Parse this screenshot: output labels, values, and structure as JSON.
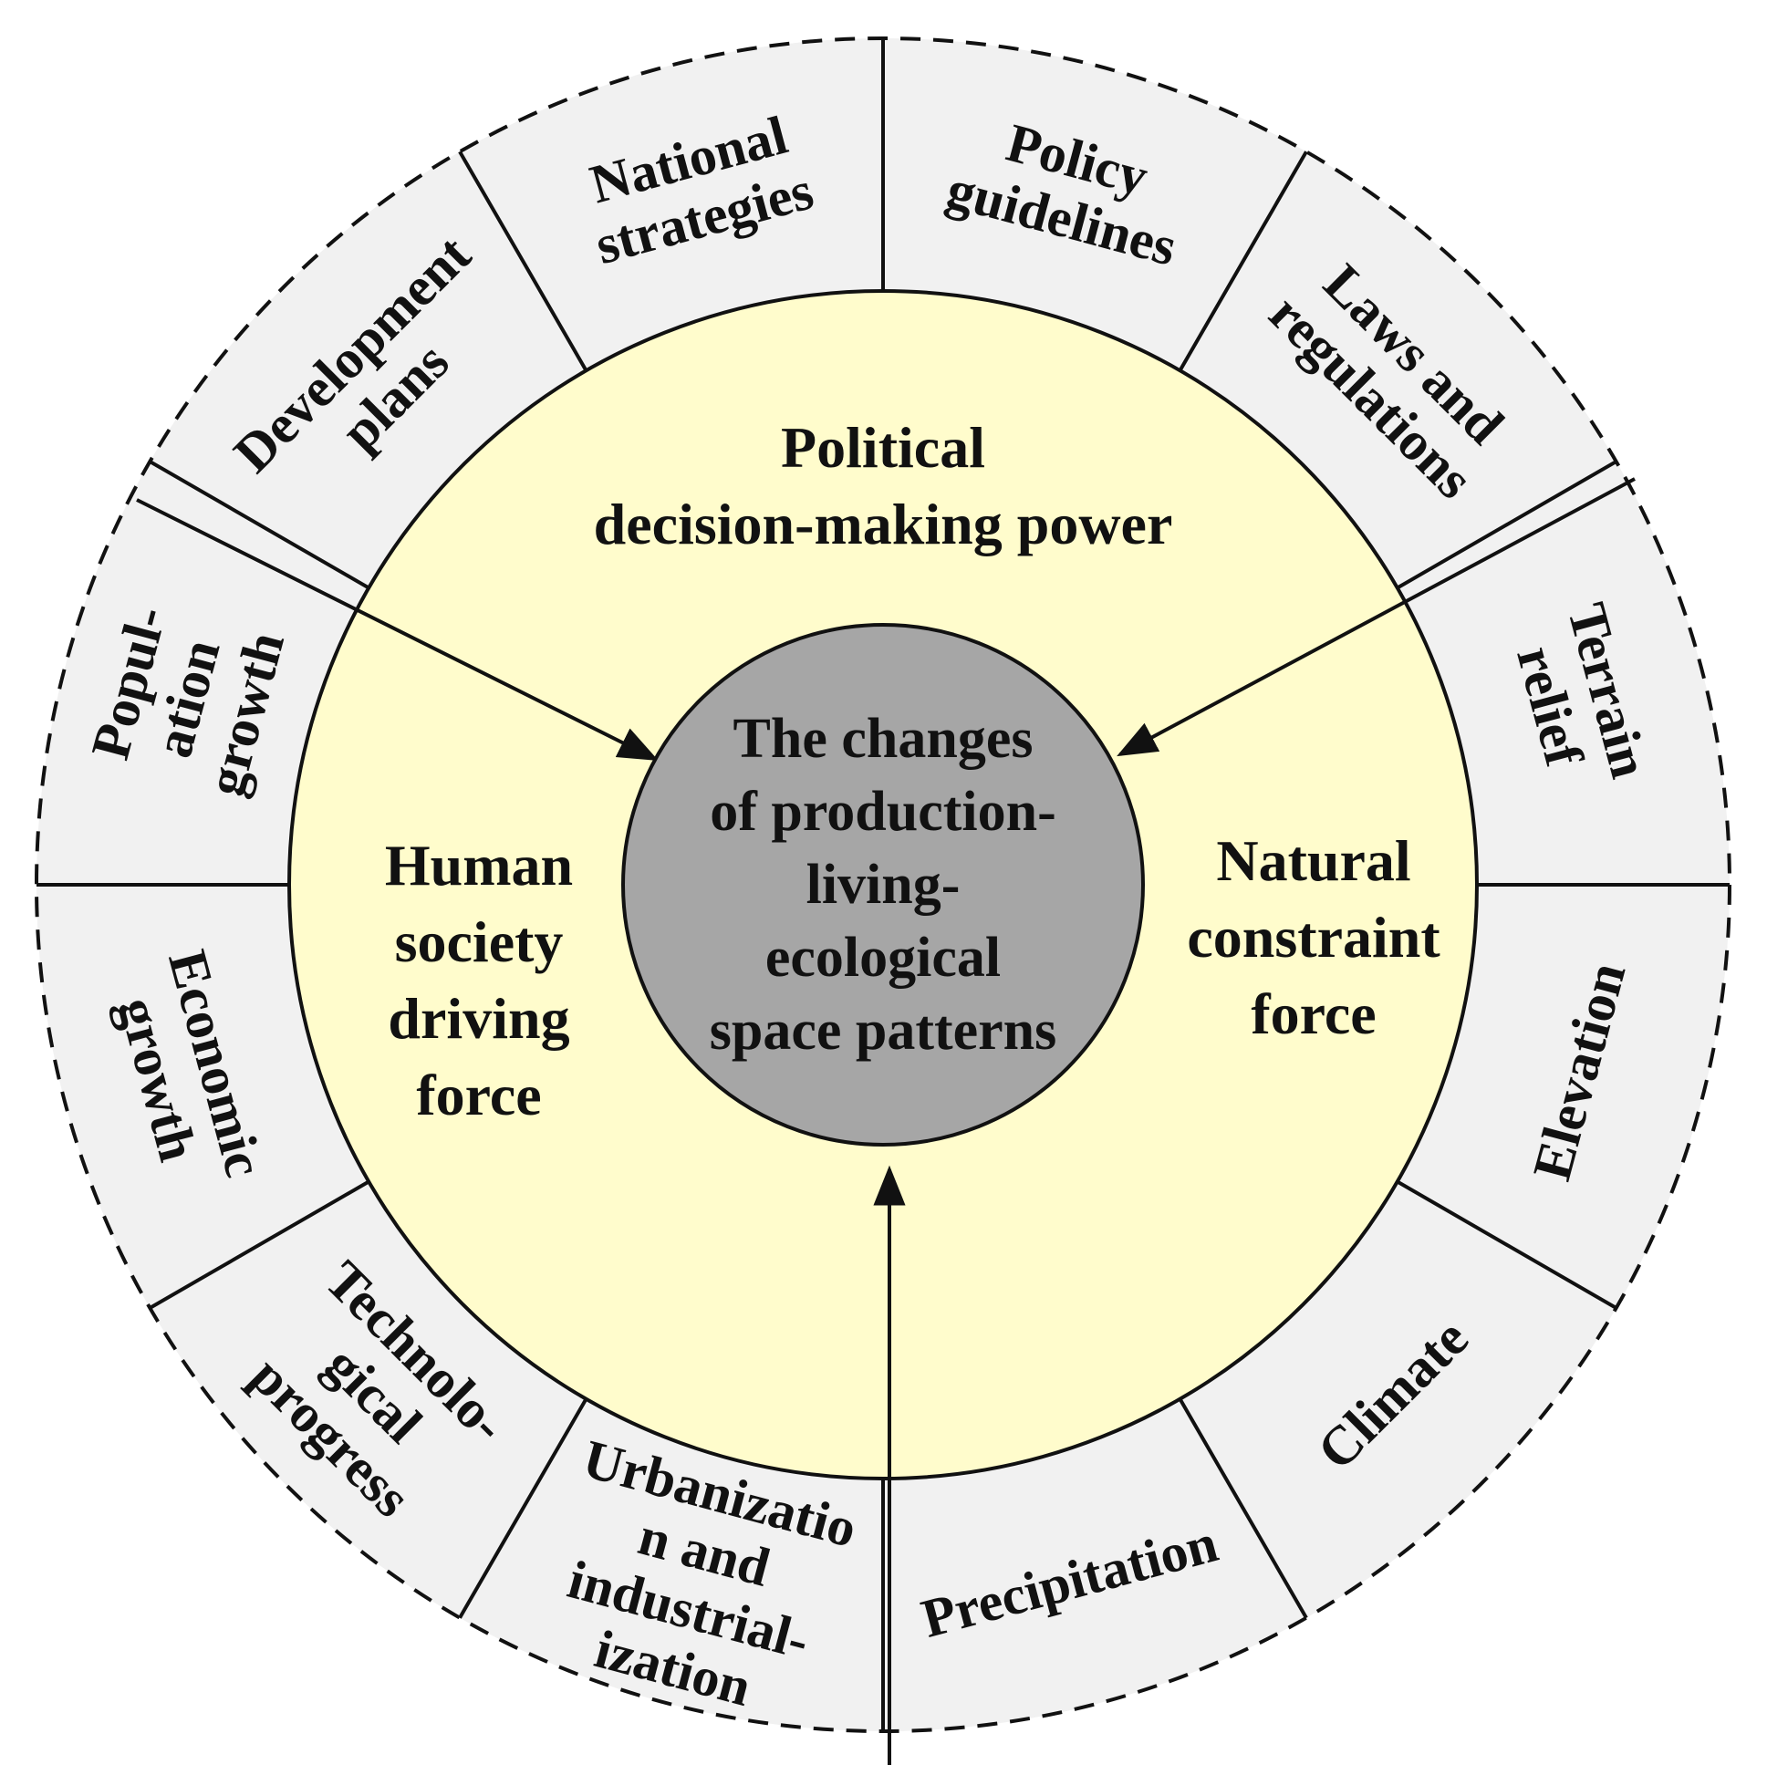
{
  "center": {
    "lines": [
      "The changes",
      "of production-",
      "living-",
      "ecological",
      "space patterns"
    ]
  },
  "middle": {
    "political": [
      "Political",
      "decision-making power"
    ],
    "human": [
      "Human",
      "society",
      "driving",
      "force"
    ],
    "natural": [
      "Natural",
      "constraint",
      "force"
    ]
  },
  "segments": [
    {
      "id": "national-strategies",
      "lines": [
        "National",
        "strategies"
      ]
    },
    {
      "id": "policy-guidelines",
      "lines": [
        "Policy",
        "guidelines"
      ]
    },
    {
      "id": "laws-and-regulations",
      "lines": [
        "Laws and",
        "regulations"
      ]
    },
    {
      "id": "terrain-relief",
      "lines": [
        "Terrain",
        "relief"
      ]
    },
    {
      "id": "elevation",
      "lines": [
        "Elevation"
      ]
    },
    {
      "id": "climate",
      "lines": [
        "Climate"
      ]
    },
    {
      "id": "precipitation",
      "lines": [
        "Precipitation"
      ]
    },
    {
      "id": "urbanization-and-industrialization",
      "lines": [
        "Urbanizatio",
        "n and",
        "industrial-",
        "ization"
      ]
    },
    {
      "id": "technological-progress",
      "lines": [
        "Technolo-",
        "gical",
        "progress"
      ]
    },
    {
      "id": "economic-growth",
      "lines": [
        "Economic",
        "growth"
      ]
    },
    {
      "id": "population-growth",
      "lines": [
        "Popul-",
        "ation",
        "growth"
      ]
    },
    {
      "id": "development-plans",
      "lines": [
        "Development",
        "plans"
      ]
    }
  ],
  "colors": {
    "outer_ring": "#f1f1f1",
    "middle_ring": "#fffccc",
    "core": "#a6a6a6",
    "stroke": "#111111"
  }
}
